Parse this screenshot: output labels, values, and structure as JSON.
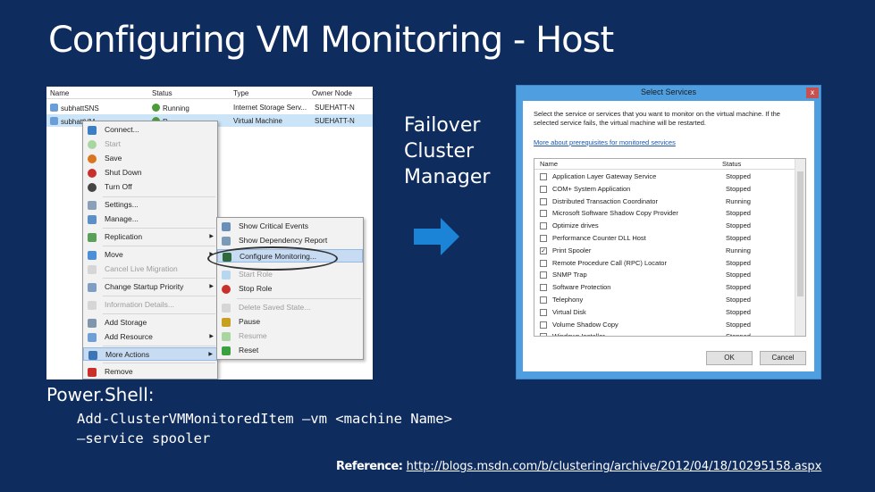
{
  "slide": {
    "title": "Configuring VM Monitoring - Host",
    "label_fcm": [
      "Failover",
      "Cluster",
      "Manager"
    ],
    "powershell_label": "Power.Shell:",
    "code_line1": "Add-ClusterVMMonitoredItem –vm <machine Name>",
    "code_line2": "–service spooler",
    "reference_label": "Reference:",
    "reference_url": "http://blogs.msdn.com/b/clustering/archive/2012/04/18/10295158.aspx"
  },
  "fcm_grid": {
    "columns": [
      "Name",
      "Status",
      "Type",
      "Owner Node"
    ],
    "rows": [
      {
        "name": "subhattSNS",
        "status": "Running",
        "type": "Internet Storage Serv...",
        "owner": "SUEHATT-N"
      },
      {
        "name": "subhattVM",
        "status": "R...",
        "type": "Virtual Machine",
        "owner": "SUEHATT-N"
      }
    ]
  },
  "context_menu": {
    "items": [
      "Connect...",
      "Start",
      "Save",
      "Shut Down",
      "Turn Off",
      "Settings...",
      "Manage...",
      "Replication",
      "Move",
      "Cancel Live Migration",
      "Change Startup Priority",
      "Information Details...",
      "Add Storage",
      "Add Resource",
      "More Actions",
      "Remove"
    ]
  },
  "submenu": {
    "items": [
      "Show Critical Events",
      "Show Dependency Report",
      "Configure Monitoring...",
      "Start Role",
      "Stop Role",
      "Delete Saved State...",
      "Pause",
      "Resume",
      "Reset"
    ]
  },
  "dialog": {
    "title": "Select Services",
    "close": "x",
    "description": "Select the service or services that you want to monitor on the virtual machine. If the selected service fails, the virtual machine will be restarted.",
    "link": "More about prerequisites for monitored services",
    "col_name": "Name",
    "col_status": "Status",
    "services": [
      {
        "name": "Application Layer Gateway Service",
        "status": "Stopped",
        "checked": false
      },
      {
        "name": "COM+ System Application",
        "status": "Stopped",
        "checked": false
      },
      {
        "name": "Distributed Transaction Coordinator",
        "status": "Running",
        "checked": false
      },
      {
        "name": "Microsoft Software Shadow Copy Provider",
        "status": "Stopped",
        "checked": false
      },
      {
        "name": "Optimize drives",
        "status": "Stopped",
        "checked": false
      },
      {
        "name": "Performance Counter DLL Host",
        "status": "Stopped",
        "checked": false
      },
      {
        "name": "Print Spooler",
        "status": "Running",
        "checked": true
      },
      {
        "name": "Remote Procedure Call (RPC) Locator",
        "status": "Stopped",
        "checked": false
      },
      {
        "name": "SNMP Trap",
        "status": "Stopped",
        "checked": false
      },
      {
        "name": "Software Protection",
        "status": "Stopped",
        "checked": false
      },
      {
        "name": "Telephony",
        "status": "Stopped",
        "checked": false
      },
      {
        "name": "Virtual Disk",
        "status": "Stopped",
        "checked": false
      },
      {
        "name": "Volume Shadow Copy",
        "status": "Stopped",
        "checked": false
      },
      {
        "name": "Windows Installer",
        "status": "Stopped",
        "checked": false
      }
    ],
    "ok_label": "OK",
    "cancel_label": "Cancel"
  }
}
